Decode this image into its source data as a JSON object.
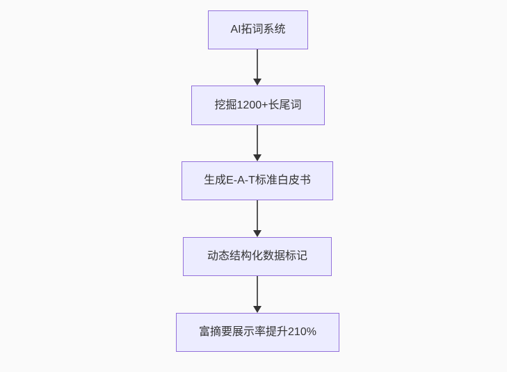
{
  "diagram": {
    "type": "flowchart-top-down",
    "colors": {
      "background": "#fafafa",
      "node_fill": "#ECECFF",
      "node_border": "#9370DB",
      "edge_line": "#555555",
      "arrowhead": "#333333",
      "text": "#333333"
    },
    "nodes": [
      {
        "id": "node-1",
        "label": "AI拓词系统"
      },
      {
        "id": "node-2",
        "label": "挖掘1200+长尾词"
      },
      {
        "id": "node-3",
        "label": "生成E-A-T标准白皮书"
      },
      {
        "id": "node-4",
        "label": "动态结构化数据标记"
      },
      {
        "id": "node-5",
        "label": "富摘要展示率提升210%"
      }
    ],
    "edges": [
      {
        "from": "node-1",
        "to": "node-2"
      },
      {
        "from": "node-2",
        "to": "node-3"
      },
      {
        "from": "node-3",
        "to": "node-4"
      },
      {
        "from": "node-4",
        "to": "node-5"
      }
    ]
  }
}
